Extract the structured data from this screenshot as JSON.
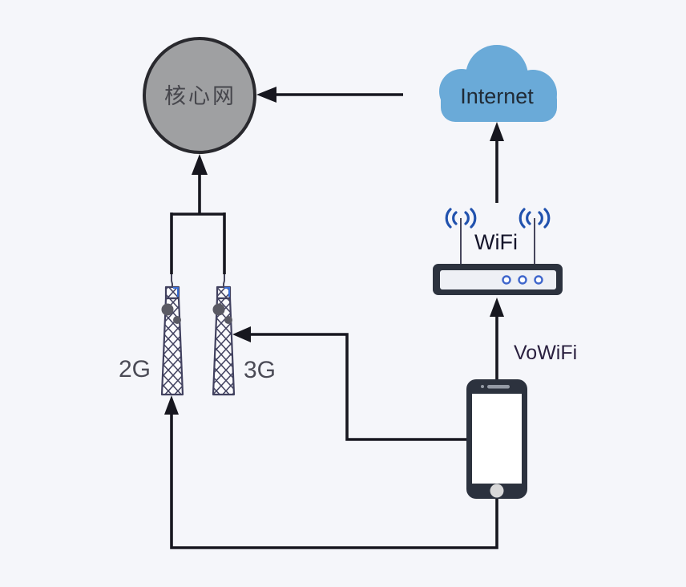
{
  "canvas": {
    "background": "#f5f6fa"
  },
  "nodes": {
    "core_network": {
      "label": "核心网",
      "fill": "#9fa0a2",
      "border_color": "#29292e",
      "label_color": "#46464c"
    },
    "internet": {
      "label": "Internet",
      "fill": "#6aaad8",
      "label_color": "#202b36"
    },
    "wifi_router": {
      "label": "WiFi",
      "label_color": "#14142a",
      "body_color": "#2c323e",
      "panel_color": "#eef0f5",
      "led_color": "#3f66cc",
      "signal_color": "#2152ae",
      "led_count": "3"
    },
    "tower_2g": {
      "label": "2G",
      "label_color": "#4b4b56"
    },
    "tower_3g": {
      "label": "3G",
      "label_color": "#4b4b56"
    },
    "phone": {
      "body_color": "#2c323e",
      "screen_color": "#ffffff"
    }
  },
  "edges": {
    "line_color": "#17171f",
    "vowifi_label": "VoWiFi",
    "vowifi_label_color": "#2b2140"
  }
}
